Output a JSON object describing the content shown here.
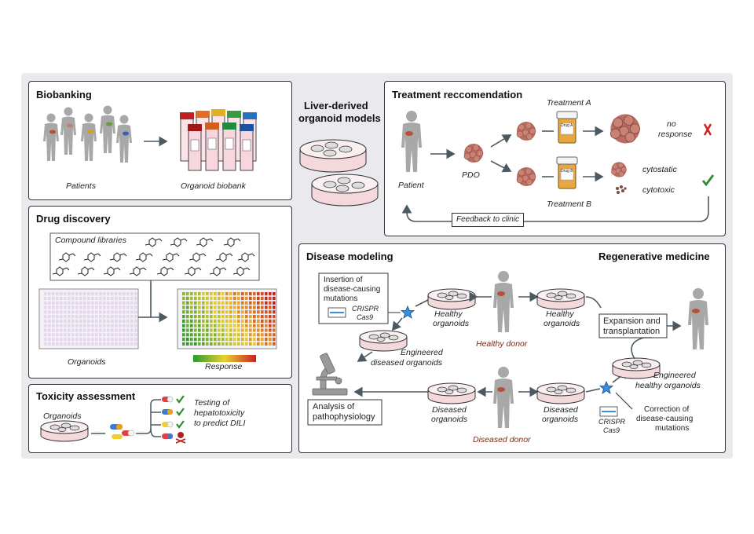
{
  "center": {
    "title_line1": "Liver-derived",
    "title_line2": "organoid models"
  },
  "biobanking": {
    "title": "Biobanking",
    "patients": "Patients",
    "biobank": "Organoid biobank"
  },
  "drug_discovery": {
    "title": "Drug discovery",
    "compound_libraries": "Compound libraries",
    "organoids": "Organoids",
    "response": "Response"
  },
  "toxicity": {
    "title": "Toxicity assessment",
    "organoids": "Organoids",
    "testing_line1": "Testing of",
    "testing_line2": "hepatotoxicity",
    "testing_line3": "to predict DILI"
  },
  "treatment": {
    "title": "Treatment reccomendation",
    "patient": "Patient",
    "pdo": "PDO",
    "treatment_a": "Treatment A",
    "treatment_b": "Treatment B",
    "no_response_1": "no",
    "no_response_2": "response",
    "cytostatic": "cytostatic",
    "cytotoxic": "cytotoxic",
    "feedback": "Feedback to clinic",
    "drug_a_label": "Drug A",
    "drug_b_label": "Drug B"
  },
  "disease": {
    "title": "Disease modeling",
    "regen_title": "Regenerative medicine",
    "insertion_1": "Insertion of",
    "insertion_2": "disease-causing",
    "insertion_3": "mutations",
    "crispr": "CRISPR",
    "cas9": "Cas9",
    "healthy_organoids_1": "Healthy",
    "healthy_organoids_2": "organoids",
    "healthy_donor": "Healthy donor",
    "engineered_diseased_1": "Engineered",
    "engineered_diseased_2": "diseased organoids",
    "expansion_1": "Expansion and",
    "expansion_2": "transplantation",
    "engineered_healthy_1": "Engineered",
    "engineered_healthy_2": "healthy organoids",
    "analysis_1": "Analysis of",
    "analysis_2": "pathophysiology",
    "diseased_organoids_1": "Diseased",
    "diseased_organoids_2": "organoids",
    "diseased_donor": "Diseased donor",
    "correction_1": "Correction of",
    "correction_2": "disease-causing",
    "correction_3": "mutations"
  },
  "colors": {
    "liver": "#b5503a",
    "person": "#9a9a9a",
    "organoid": "#b86e60",
    "dish_fill": "#f3d9dc",
    "green_check": "#2e8b2e",
    "red_x": "#cc2222",
    "star": "#3a8ee0"
  }
}
